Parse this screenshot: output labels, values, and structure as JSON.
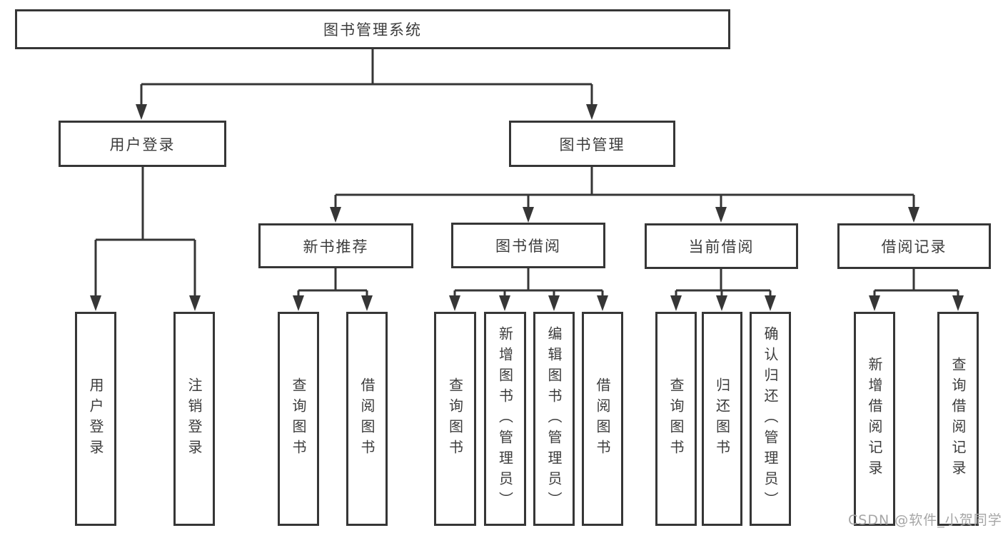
{
  "tree": {
    "root": {
      "label": "图书管理系统"
    },
    "branches": [
      {
        "label": "用户登录",
        "children": [
          {
            "label": "用户登录"
          },
          {
            "label": "注销登录"
          }
        ]
      },
      {
        "label": "图书管理",
        "children": [
          {
            "label": "新书推荐",
            "children": [
              {
                "label": "查询图书"
              },
              {
                "label": "借阅图书"
              }
            ]
          },
          {
            "label": "图书借阅",
            "children": [
              {
                "label": "查询图书"
              },
              {
                "label": "新增图书（管理员）"
              },
              {
                "label": "编辑图书（管理员）"
              },
              {
                "label": "借阅图书"
              }
            ]
          },
          {
            "label": "当前借阅",
            "children": [
              {
                "label": "查询图书"
              },
              {
                "label": "归还图书"
              },
              {
                "label": "确认归还（管理员）"
              }
            ]
          },
          {
            "label": "借阅记录",
            "children": [
              {
                "label": "新增借阅记录"
              },
              {
                "label": "查询借阅记录"
              }
            ]
          }
        ]
      }
    ]
  },
  "watermark": {
    "text": "CSDN @软件_小贺同学"
  },
  "colors": {
    "line": "#363636",
    "text": "#3c3c3c",
    "watermark": "#a6a6a6",
    "background": "#ffffff"
  }
}
